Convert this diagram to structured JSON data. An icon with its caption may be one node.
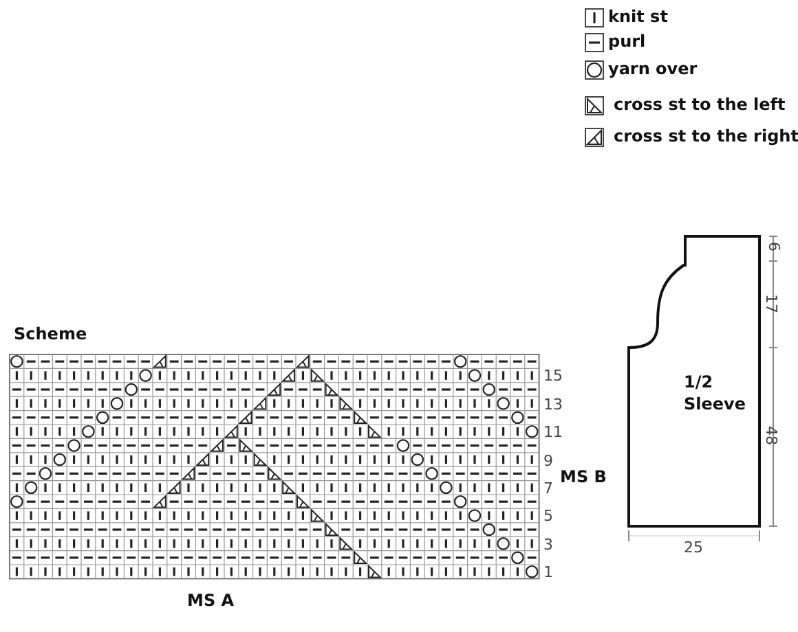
{
  "diagram": {
    "nodes": [
      {
        "text": [
          "1/2 Sleeve"
        ]
      }
    ],
    "edges": [],
    "labels": [
      "6",
      "17",
      "Scheme",
      "15",
      "13",
      "11",
      "9",
      "7",
      "MS B",
      "48",
      "5",
      "3",
      "1",
      "25",
      "MS A"
    ],
    "legend": [
      {
        "text": "knit st"
      },
      {
        "text": "purl"
      },
      {
        "text": "yarn over"
      },
      {
        "text": "cross st to the left"
      },
      {
        "text": "cross st to the right"
      }
    ]
  }
}
